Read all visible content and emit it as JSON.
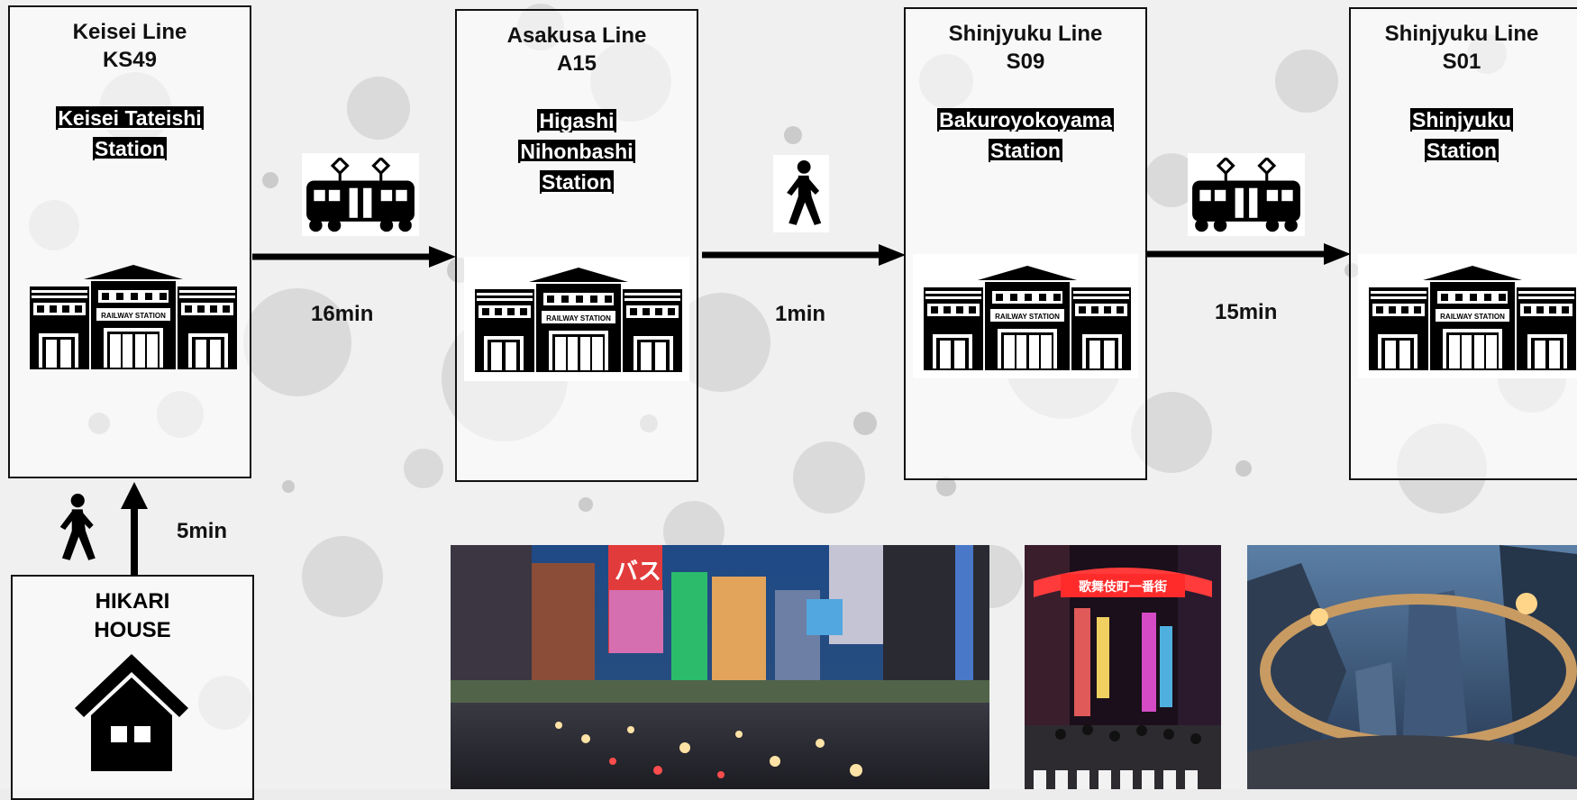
{
  "stations": [
    {
      "line": "Keisei Line",
      "code": "KS49",
      "name_lines": [
        "Keisei Tateishi",
        "Station"
      ],
      "building_text": "RAILWAY STATION"
    },
    {
      "line": "Asakusa Line",
      "code": "A15",
      "name_lines": [
        "Higashi",
        "Nihonbashi",
        "Station"
      ],
      "building_text": "RAILWAY STATION"
    },
    {
      "line": "Shinjyuku Line",
      "code": "S09",
      "name_lines": [
        "Bakuroyokoyama",
        "Station"
      ],
      "building_text": "RAILWAY STATION"
    },
    {
      "line": "Shinjyuku Line",
      "code": "S01",
      "name_lines": [
        "Shinjyuku",
        "Station"
      ],
      "building_text": "RAILWAY STATION"
    }
  ],
  "legs": [
    {
      "mode": "train-icon",
      "duration": "16min"
    },
    {
      "mode": "walking-person-icon",
      "duration": "1min"
    },
    {
      "mode": "train-icon",
      "duration": "15min"
    }
  ],
  "home": {
    "label_lines": [
      "HIKARI",
      "HOUSE"
    ],
    "walk_duration": "5min",
    "mode": "walking-person-icon",
    "icon": "house-icon"
  },
  "photos": [
    {
      "name": "shinjuku-street-night-photo",
      "sign_text": "バス"
    },
    {
      "name": "kabukicho-gate-photo",
      "sign_text": "歌舞伎町一番街"
    },
    {
      "name": "shinjuku-skyscrapers-photo"
    }
  ]
}
